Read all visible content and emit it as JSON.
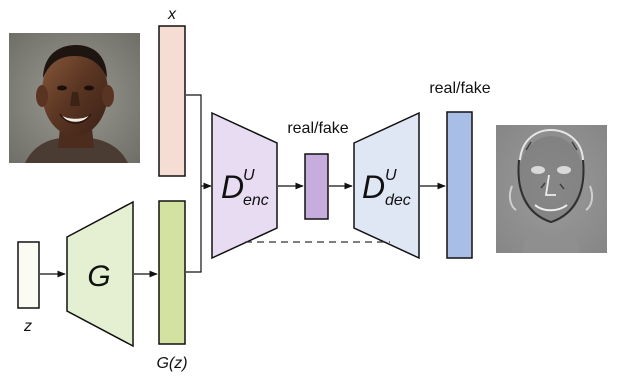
{
  "labels": {
    "x": "x",
    "z": "z",
    "gz": "G(z)",
    "generator": "G",
    "d_symbol": "D",
    "sup_u": "U",
    "enc_sub": "enc",
    "dec_sub": "dec",
    "real_fake_enc": "real/fake",
    "real_fake_dec": "real/fake"
  },
  "images": {
    "input_face": "portrait photo of a smiling man (input image)",
    "output_map": "grayscale per-pixel decision map of a face"
  },
  "colors": {
    "x_block": "#f6ddd3",
    "z_block": "#fbfbf4",
    "generator": "#e5efd2",
    "gz_block": "#d3e2a0",
    "encoder": "#e8dcf2",
    "enc_output": "#c7acde",
    "decoder": "#dfe6f4",
    "dec_output": "#a8bee6",
    "stroke": "#111111"
  }
}
